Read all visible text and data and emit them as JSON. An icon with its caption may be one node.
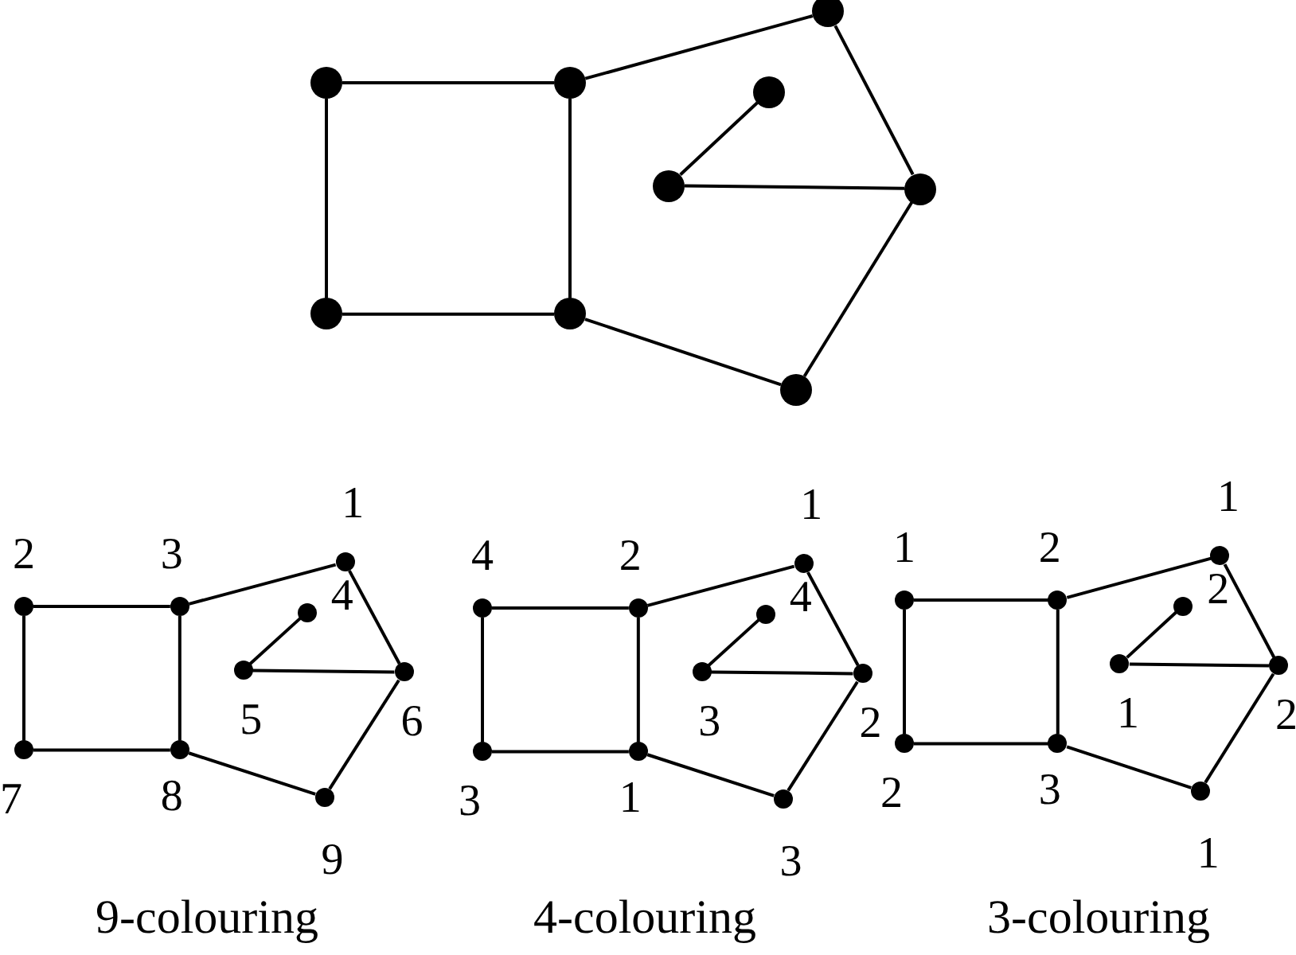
{
  "diagram": {
    "nodes": [
      {
        "text": [],
        "shape": "circle"
      },
      {
        "text": [],
        "shape": "circle"
      },
      {
        "text": [],
        "shape": "circle"
      },
      {
        "text": [],
        "shape": "circle"
      },
      {
        "text": [],
        "shape": "circle"
      },
      {
        "text": [],
        "shape": "circle"
      },
      {
        "text": [],
        "shape": "circle"
      },
      {
        "text": [],
        "shape": "circle"
      },
      {
        "text": [],
        "shape": "circle"
      },
      {
        "text": [],
        "shape": "circle",
        "beside": [
          "1"
        ]
      },
      {
        "text": [],
        "shape": "circle",
        "beside": [
          "2"
        ]
      },
      {
        "text": [],
        "shape": "circle",
        "beside": [
          "3"
        ]
      },
      {
        "text": [],
        "shape": "circle",
        "beside": [
          "4"
        ]
      },
      {
        "text": [],
        "shape": "circle",
        "beside": [
          "5"
        ]
      },
      {
        "text": [],
        "shape": "circle",
        "beside": [
          "6"
        ]
      },
      {
        "text": [],
        "shape": "circle",
        "beside": [
          "7"
        ]
      },
      {
        "text": [],
        "shape": "circle",
        "beside": [
          "8"
        ]
      },
      {
        "text": [],
        "shape": "circle",
        "beside": [
          "9"
        ]
      },
      {
        "text": [],
        "shape": "circle",
        "beside": [
          "1"
        ]
      },
      {
        "text": [],
        "shape": "circle",
        "beside": [
          "4"
        ]
      },
      {
        "text": [],
        "shape": "circle",
        "beside": [
          "2"
        ]
      },
      {
        "text": [],
        "shape": "circle",
        "beside": [
          "4"
        ]
      },
      {
        "text": [],
        "shape": "circle",
        "beside": [
          "3"
        ]
      },
      {
        "text": [],
        "shape": "circle",
        "beside": [
          "2"
        ]
      },
      {
        "text": [],
        "shape": "circle",
        "beside": [
          "3"
        ]
      },
      {
        "text": [],
        "shape": "circle",
        "beside": [
          "1"
        ]
      },
      {
        "text": [],
        "shape": "circle",
        "beside": [
          "3"
        ]
      },
      {
        "text": [],
        "shape": "circle",
        "beside": [
          "1"
        ]
      },
      {
        "text": [],
        "shape": "circle",
        "beside": [
          "1"
        ]
      },
      {
        "text": [],
        "shape": "circle",
        "beside": [
          "2"
        ]
      },
      {
        "text": [],
        "shape": "circle",
        "beside": [
          "2"
        ]
      },
      {
        "text": [],
        "shape": "circle",
        "beside": [
          "1"
        ]
      },
      {
        "text": [],
        "shape": "circle",
        "beside": [
          "2"
        ]
      },
      {
        "text": [],
        "shape": "circle",
        "beside": [
          "2"
        ]
      },
      {
        "text": [],
        "shape": "circle",
        "beside": [
          "3"
        ]
      },
      {
        "text": [],
        "shape": "circle",
        "beside": [
          "1"
        ]
      }
    ],
    "edges": [
      {
        "from": 1,
        "to": 2,
        "arrow": "none"
      },
      {
        "from": 1,
        "to": 6,
        "arrow": "none"
      },
      {
        "from": 2,
        "to": 7,
        "arrow": "none"
      },
      {
        "from": 6,
        "to": 7,
        "arrow": "none"
      },
      {
        "from": 2,
        "to": 0,
        "arrow": "none"
      },
      {
        "from": 0,
        "to": 5,
        "arrow": "none"
      },
      {
        "from": 5,
        "to": 4,
        "arrow": "none"
      },
      {
        "from": 4,
        "to": 3,
        "arrow": "none"
      },
      {
        "from": 5,
        "to": 8,
        "arrow": "none"
      },
      {
        "from": 8,
        "to": 7,
        "arrow": "none"
      },
      {
        "from": 10,
        "to": 11,
        "arrow": "none"
      },
      {
        "from": 10,
        "to": 15,
        "arrow": "none"
      },
      {
        "from": 11,
        "to": 16,
        "arrow": "none"
      },
      {
        "from": 15,
        "to": 16,
        "arrow": "none"
      },
      {
        "from": 11,
        "to": 9,
        "arrow": "none"
      },
      {
        "from": 9,
        "to": 14,
        "arrow": "none"
      },
      {
        "from": 14,
        "to": 13,
        "arrow": "none"
      },
      {
        "from": 13,
        "to": 12,
        "arrow": "none"
      },
      {
        "from": 14,
        "to": 17,
        "arrow": "none"
      },
      {
        "from": 17,
        "to": 16,
        "arrow": "none"
      },
      {
        "from": 19,
        "to": 20,
        "arrow": "none"
      },
      {
        "from": 19,
        "to": 24,
        "arrow": "none"
      },
      {
        "from": 20,
        "to": 25,
        "arrow": "none"
      },
      {
        "from": 24,
        "to": 25,
        "arrow": "none"
      },
      {
        "from": 20,
        "to": 18,
        "arrow": "none"
      },
      {
        "from": 18,
        "to": 23,
        "arrow": "none"
      },
      {
        "from": 23,
        "to": 22,
        "arrow": "none"
      },
      {
        "from": 22,
        "to": 21,
        "arrow": "none"
      },
      {
        "from": 23,
        "to": 26,
        "arrow": "none"
      },
      {
        "from": 26,
        "to": 25,
        "arrow": "none"
      },
      {
        "from": 28,
        "to": 29,
        "arrow": "none"
      },
      {
        "from": 28,
        "to": 33,
        "arrow": "none"
      },
      {
        "from": 29,
        "to": 34,
        "arrow": "none"
      },
      {
        "from": 33,
        "to": 34,
        "arrow": "none"
      },
      {
        "from": 29,
        "to": 27,
        "arrow": "none"
      },
      {
        "from": 27,
        "to": 32,
        "arrow": "none"
      },
      {
        "from": 32,
        "to": 31,
        "arrow": "none"
      },
      {
        "from": 31,
        "to": 30,
        "arrow": "none"
      },
      {
        "from": 32,
        "to": 35,
        "arrow": "none"
      },
      {
        "from": 35,
        "to": 34,
        "arrow": "none"
      }
    ],
    "labels": [
      "9-colouring",
      "4-colouring",
      "3-colouring"
    ]
  }
}
